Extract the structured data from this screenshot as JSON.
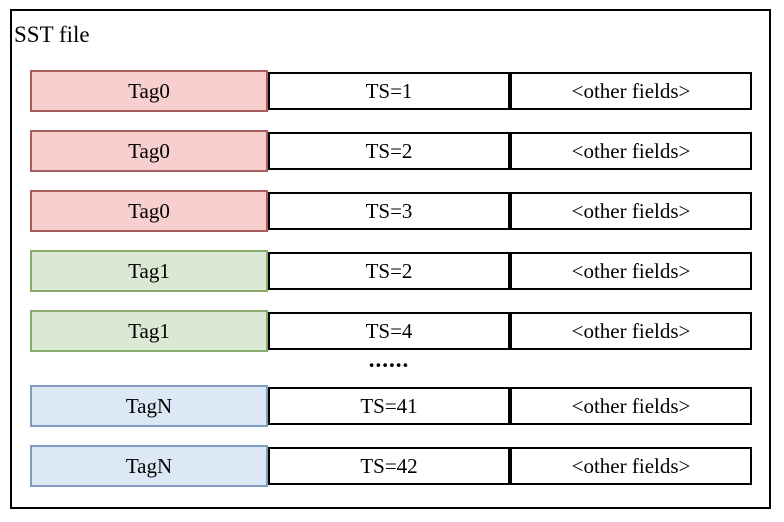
{
  "title": "SST file",
  "ellipsis": "......",
  "rows": [
    {
      "tag": "Tag0",
      "ts": "TS=1",
      "other": "<other fields>",
      "color": "red"
    },
    {
      "tag": "Tag0",
      "ts": "TS=2",
      "other": "<other fields>",
      "color": "red"
    },
    {
      "tag": "Tag0",
      "ts": "TS=3",
      "other": "<other fields>",
      "color": "red"
    },
    {
      "tag": "Tag1",
      "ts": "TS=2",
      "other": "<other fields>",
      "color": "green"
    },
    {
      "tag": "Tag1",
      "ts": "TS=4",
      "other": "<other fields>",
      "color": "green"
    },
    {
      "tag": "TagN",
      "ts": "TS=41",
      "other": "<other fields>",
      "color": "blue"
    },
    {
      "tag": "TagN",
      "ts": "TS=42",
      "other": "<other fields>",
      "color": "blue"
    }
  ],
  "colors": {
    "red_fill": "#f6cfce",
    "red_border": "#a85d5d",
    "green_fill": "#dbe8d4",
    "green_border": "#88aa6b",
    "blue_fill": "#dce8f6",
    "blue_border": "#7f9cbf",
    "cell_border": "#000000",
    "outline": "#000000",
    "text": "#000000",
    "background": "#ffffff"
  }
}
